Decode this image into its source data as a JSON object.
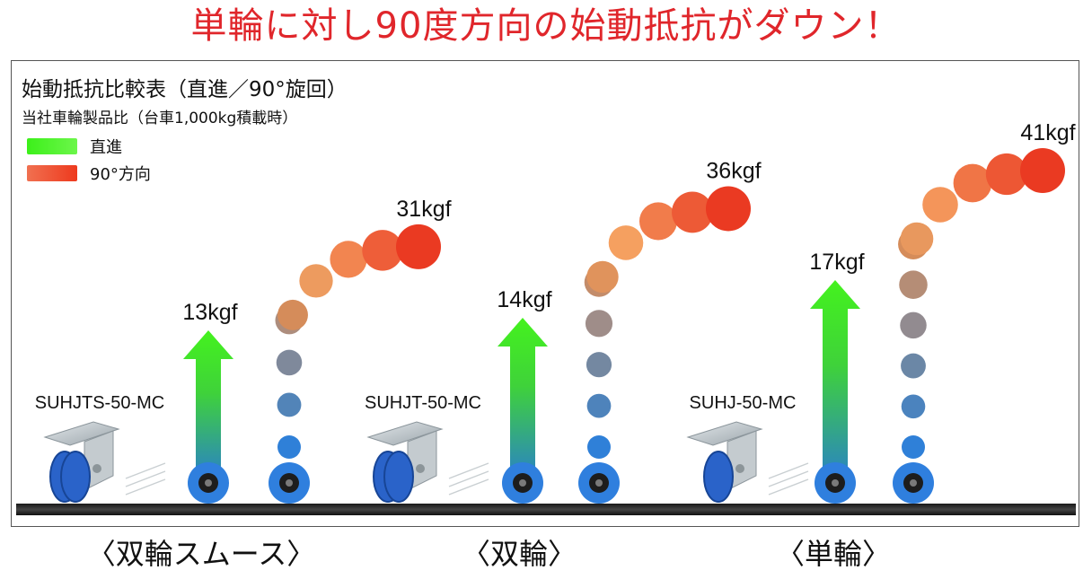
{
  "headline": "単輪に対し90度方向の始動抵抗がダウン！",
  "colors": {
    "headline": "#e0262b",
    "straight": "#44ee22",
    "turn90": "#ee4422",
    "wheel": "#2f7fde"
  },
  "chart_data": {
    "type": "bar",
    "title": "始動抵抗比較表（直進／90°旋回）",
    "subtitle": "当社車輪製品比（台車1,000kg積載時）",
    "legend": [
      {
        "name": "直進",
        "color": "#44ee22"
      },
      {
        "name": "90°方向",
        "color": "#ee4422"
      }
    ],
    "categories": [
      "〈双輪スムース〉",
      "〈双輪〉",
      "〈単輪〉"
    ],
    "models": [
      "SUHJTS-50-MC",
      "SUHJT-50-MC",
      "SUHJ-50-MC"
    ],
    "unit": "kgf",
    "series": [
      {
        "name": "直進",
        "values": [
          13,
          14,
          17
        ]
      },
      {
        "name": "90°方向",
        "values": [
          31,
          36,
          41
        ]
      }
    ],
    "labels": {
      "straight": [
        "13kgf",
        "14kgf",
        "17kgf"
      ],
      "turn90": [
        "31kgf",
        "36kgf",
        "41kgf"
      ]
    }
  }
}
